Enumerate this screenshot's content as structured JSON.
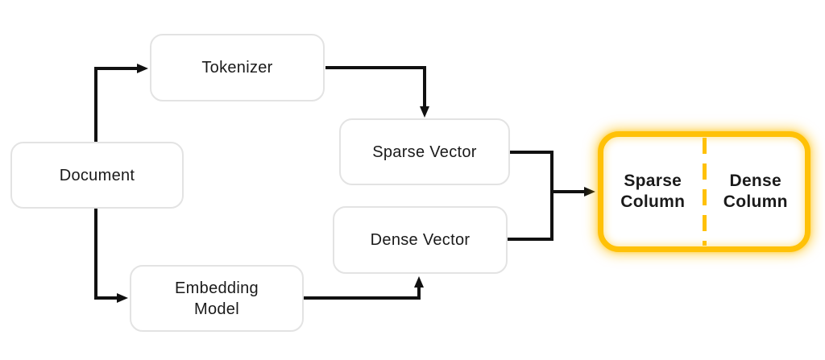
{
  "colors": {
    "accent": "#FFC107",
    "line": "#111111",
    "node_border": "#E3E3E3",
    "text": "#1A1A1A",
    "background": "#FFFFFF"
  },
  "nodes": {
    "document": {
      "label": "Document"
    },
    "tokenizer": {
      "label": "Tokenizer"
    },
    "sparse_vector": {
      "label": "Sparse Vector"
    },
    "dense_vector": {
      "label": "Dense Vector"
    },
    "embedding_model": {
      "label": "Embedding\nModel"
    },
    "storage": {
      "sparse_column": {
        "label": "Sparse\nColumn"
      },
      "dense_column": {
        "label": "Dense\nColumn"
      }
    }
  },
  "edges": [
    {
      "from": "document",
      "to": "tokenizer"
    },
    {
      "from": "tokenizer",
      "to": "sparse_vector"
    },
    {
      "from": "document",
      "to": "embedding_model"
    },
    {
      "from": "embedding_model",
      "to": "dense_vector"
    },
    {
      "from": "sparse_vector",
      "to": "storage"
    },
    {
      "from": "dense_vector",
      "to": "storage"
    }
  ]
}
